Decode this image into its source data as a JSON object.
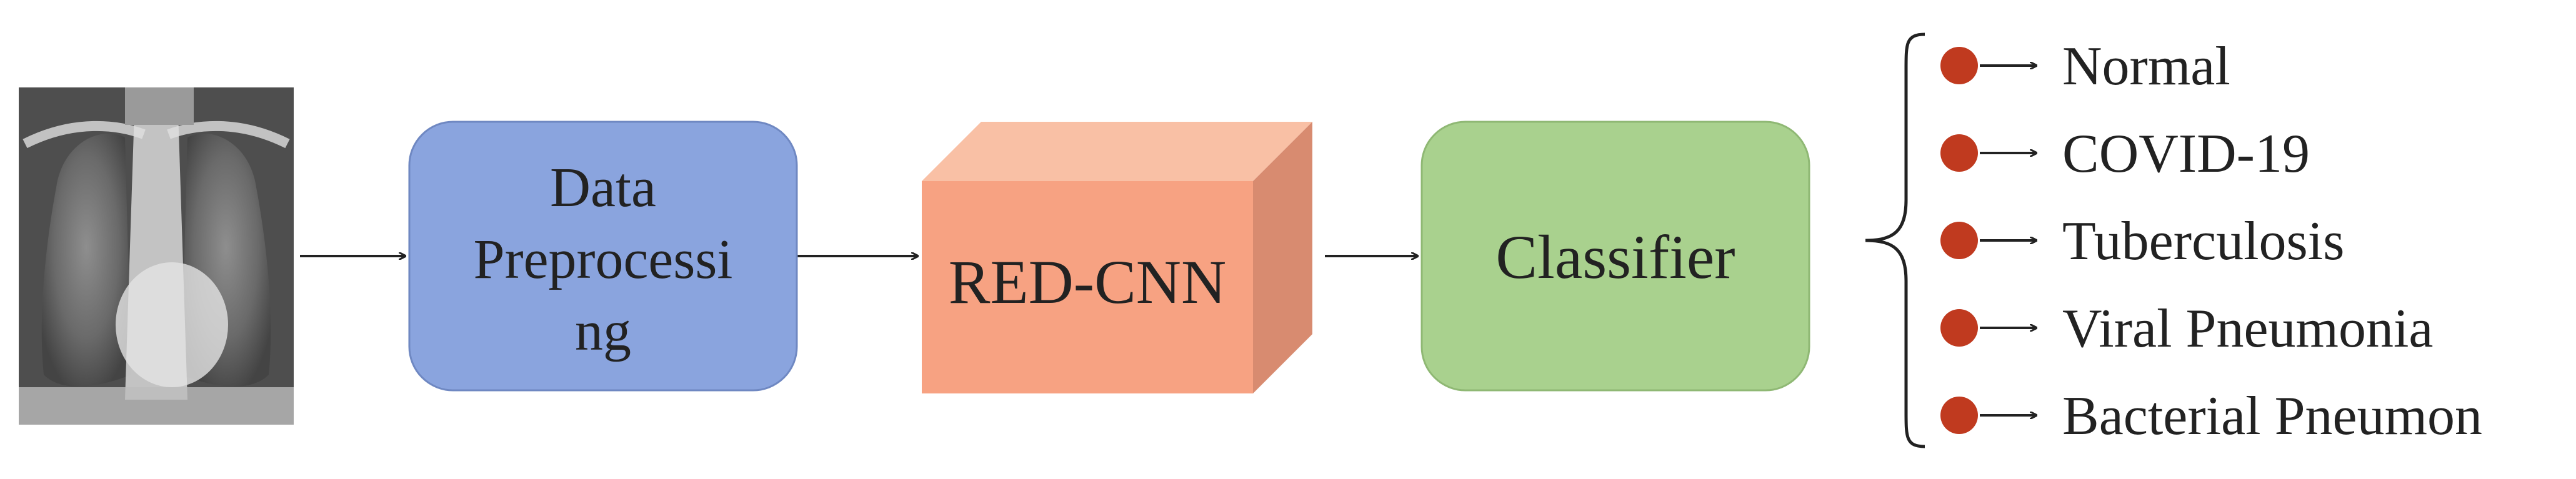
{
  "stages": {
    "preprocessing": {
      "lines": [
        "Data",
        "Preprocessi",
        "ng"
      ]
    },
    "model": {
      "label": "RED-CNN"
    },
    "classifier": {
      "label": "Classifier"
    }
  },
  "outputs": {
    "classes": [
      "Normal",
      "COVID-19",
      "Tuberculosis",
      "Viral Pneumonia",
      "Bacterial Pneumon"
    ]
  },
  "colors": {
    "preprocessing_fill": "#8aa4de",
    "model_front": "#f7a282",
    "model_top": "#f9c0a5",
    "model_side": "#d88b70",
    "classifier_fill": "#a9d18e",
    "bullet": "#c03a1f"
  }
}
